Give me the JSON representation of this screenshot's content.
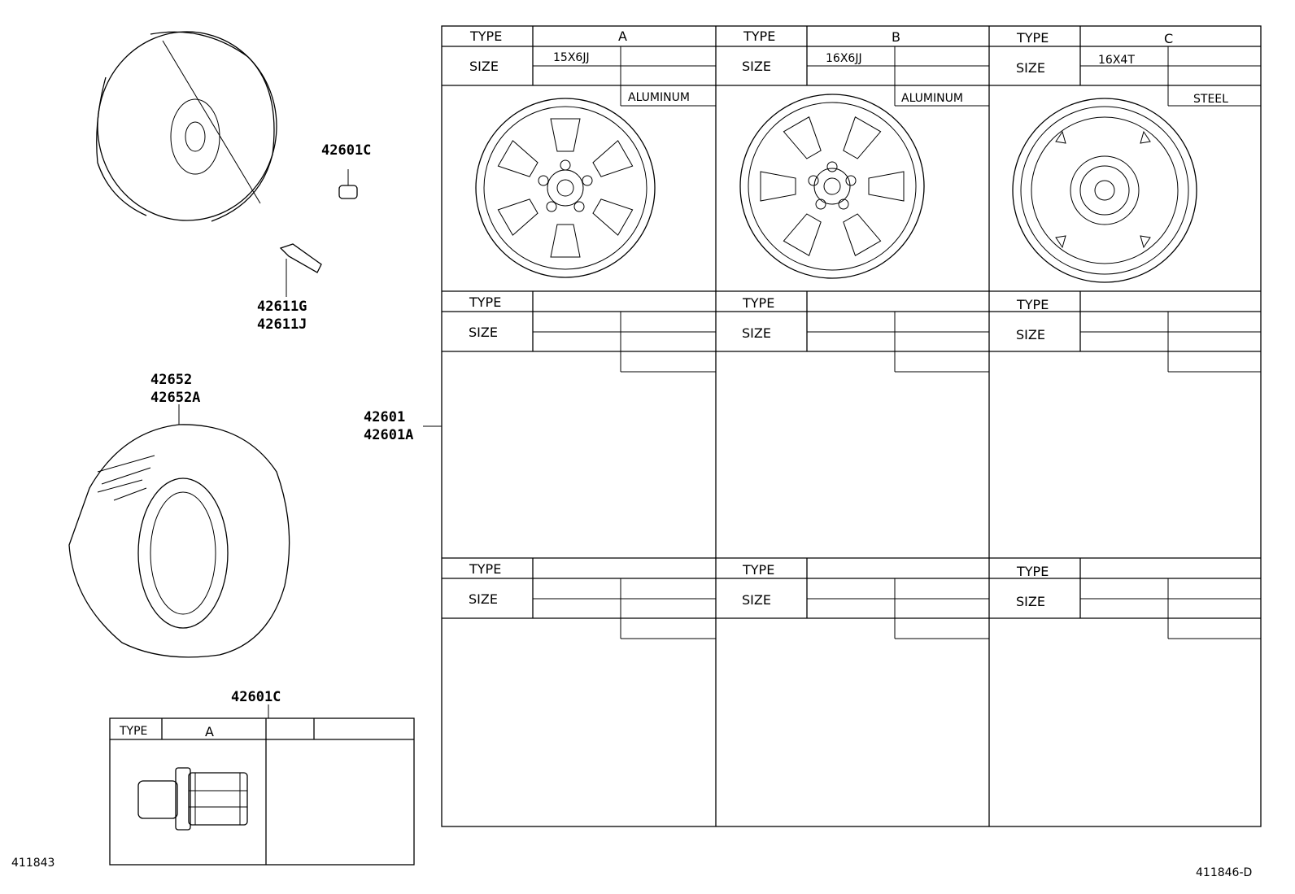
{
  "callouts": {
    "cap": "42601C",
    "valve_1": "42611G",
    "valve_2": "42611J",
    "tire_1": "42652",
    "tire_2": "42652A",
    "wheel_1": "42601",
    "wheel_2": "42601A",
    "nut": "42601C"
  },
  "wheel_table": {
    "type_label": "TYPE",
    "size_label": "SIZE",
    "columns": [
      {
        "type": "A",
        "size": "15X6JJ",
        "material": "ALUMINUM"
      },
      {
        "type": "B",
        "size": "16X6JJ",
        "material": "ALUMINUM"
      },
      {
        "type": "C",
        "size": "16X4T",
        "material": "STEEL"
      }
    ]
  },
  "nut_table": {
    "type_label": "TYPE",
    "type_value": "A"
  },
  "drawing_codes": {
    "left": "411843",
    "right": "411846-D"
  }
}
